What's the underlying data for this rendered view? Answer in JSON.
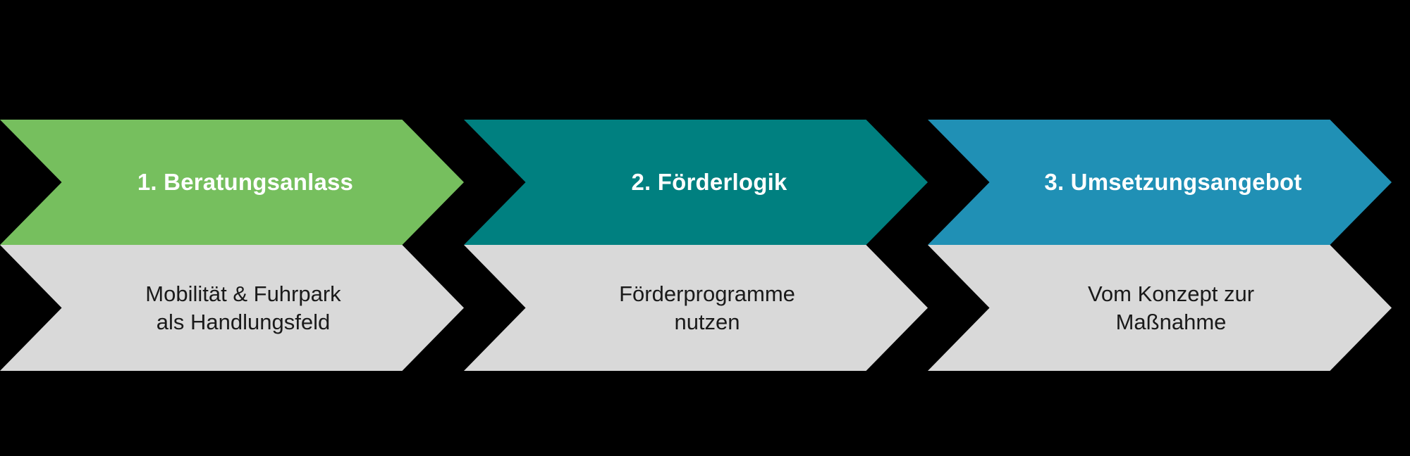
{
  "graphic": {
    "type": "process-chevron",
    "background_color": "#000000",
    "step_count": 3,
    "band_colors": {
      "step_1": "#76bf5e",
      "step_2": "#008080",
      "step_3": "#2090b5",
      "description_band": "#d9d9d9"
    },
    "title_text_color": "#ffffff",
    "description_text_color": "#1a1a1a"
  },
  "steps": [
    {
      "number": "1.",
      "title": "1. Beratungsanlass",
      "description_line_1": "Mobilität & Fuhrpark",
      "description_line_2": "als Handlungsfeld",
      "color": "#76bf5e"
    },
    {
      "number": "2.",
      "title": "2. Förderlogik",
      "description_line_1": "Förderprogramme",
      "description_line_2": "nutzen",
      "color": "#008080"
    },
    {
      "number": "3.",
      "title": "3. Umsetzungsangebot",
      "description_line_1": "Vom Konzept zur",
      "description_line_2": "Maßnahme",
      "color": "#2090b5"
    }
  ]
}
